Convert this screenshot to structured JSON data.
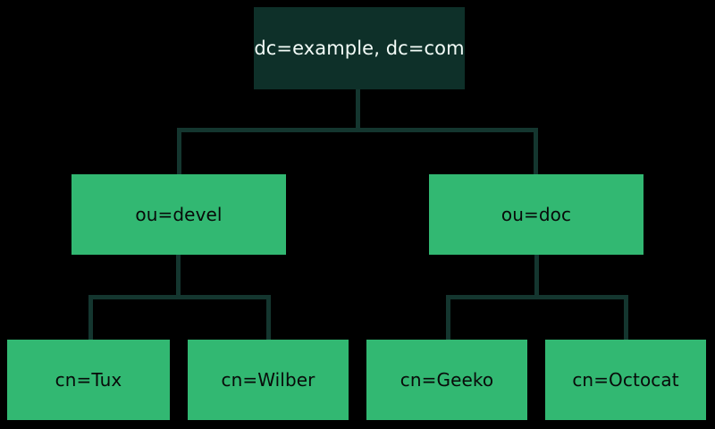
{
  "diagram": {
    "type": "ldap-directory-tree",
    "background_color": "#000000",
    "root": {
      "label": "dc=example, dc=com",
      "fill_color": "#0e3029",
      "text_color": "#f2fbf7"
    },
    "branches": [
      {
        "label": "ou=devel",
        "fill_color": "#32b872",
        "text_color": "#080a09",
        "children": [
          {
            "label": "cn=Tux",
            "fill_color": "#32b872",
            "text_color": "#080a09"
          },
          {
            "label": "cn=Wilber",
            "fill_color": "#32b872",
            "text_color": "#080a09"
          }
        ]
      },
      {
        "label": "ou=doc",
        "fill_color": "#32b872",
        "text_color": "#080a09",
        "children": [
          {
            "label": "cn=Geeko",
            "fill_color": "#32b872",
            "text_color": "#080a09"
          },
          {
            "label": "cn=Octocat",
            "fill_color": "#32b872",
            "text_color": "#080a09"
          }
        ]
      }
    ],
    "connector_color": "#14362f"
  }
}
